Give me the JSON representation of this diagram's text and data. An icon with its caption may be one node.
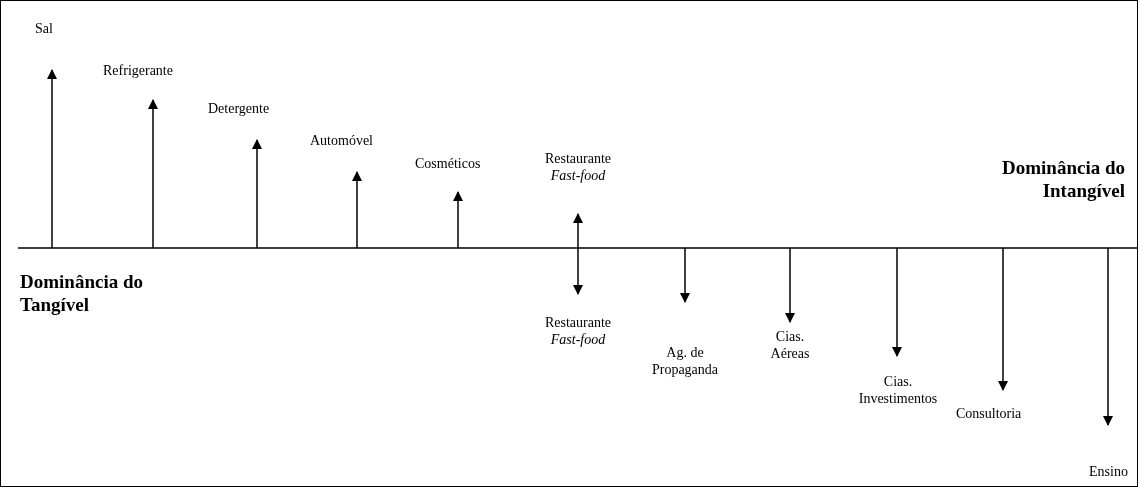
{
  "diagram": {
    "labels": [
      "Sal",
      "Refrigerante",
      "Detergente",
      "Automóvel",
      "Cosméticos",
      "Restaurante *Fast-food*",
      "Dominância do Intangível",
      "Dominância do Tangível",
      "Restaurante *Fast-food*",
      "Cias. Aéreas",
      "Ag. de Propaganda",
      "Cias. Investimentos",
      "Consultoria",
      "Ensino"
    ]
  }
}
